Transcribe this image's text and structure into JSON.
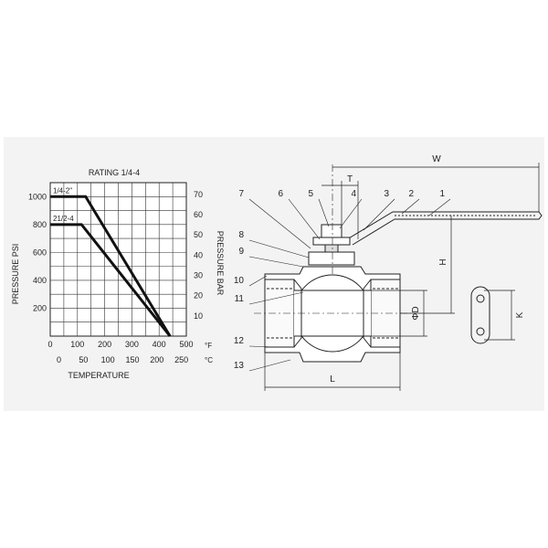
{
  "chart_data": {
    "type": "line",
    "title": "RATING  1/4-4",
    "xlabel": "TEMPERATURE",
    "ylabel": "PRESSURE PSI",
    "y2label": "PRESSURE BAR",
    "x_unit_f": "°F",
    "x_unit_c": "°C",
    "xlim_f": [
      0,
      500
    ],
    "ylim_psi": [
      0,
      1100
    ],
    "x_ticks_f": [
      "0",
      "100",
      "200",
      "300",
      "400",
      "500"
    ],
    "x_ticks_c": [
      "0",
      "50",
      "100",
      "150",
      "200",
      "250"
    ],
    "y_ticks_psi": [
      "200",
      "400",
      "600",
      "800",
      "1000"
    ],
    "y_ticks_bar": [
      "10",
      "20",
      "30",
      "40",
      "50",
      "60",
      "70"
    ],
    "grid": true,
    "series": [
      {
        "name": "1/4-2\"",
        "x": [
          0,
          130,
          440
        ],
        "y": [
          1000,
          1000,
          0
        ]
      },
      {
        "name": "21/2-4",
        "x": [
          0,
          115,
          440
        ],
        "y": [
          800,
          800,
          0
        ]
      }
    ]
  },
  "diagram": {
    "part_numbers": [
      "1",
      "2",
      "3",
      "4",
      "5",
      "6",
      "7",
      "8",
      "9",
      "10",
      "11",
      "12",
      "13"
    ],
    "dimensions": {
      "w": "W",
      "t": "T",
      "h": "H",
      "d": "ΦD",
      "l": "L",
      "k": "K"
    }
  }
}
